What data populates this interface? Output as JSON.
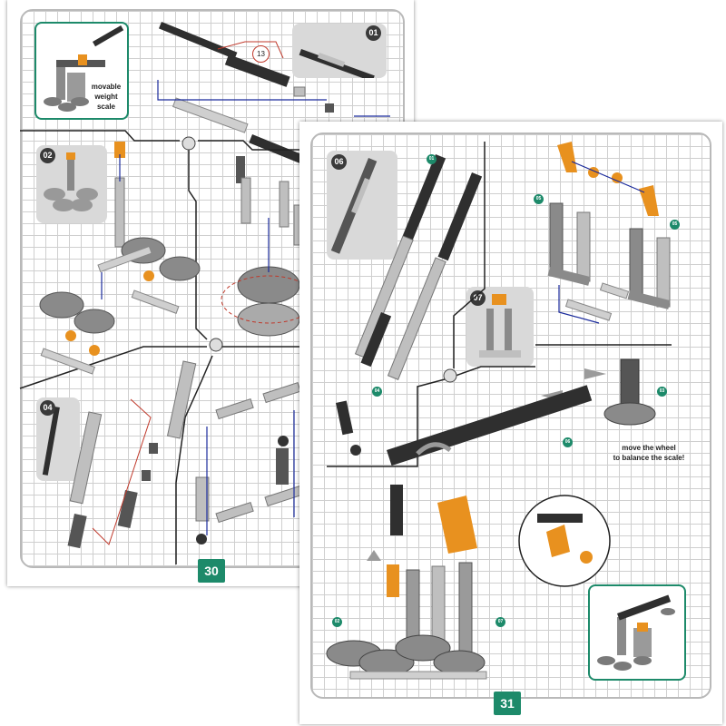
{
  "left_page": {
    "page_number": "30",
    "steps": [
      "01",
      "02",
      "04"
    ],
    "callout_count": "13",
    "intro_caption": [
      "movable",
      "weight",
      "scale"
    ]
  },
  "right_page": {
    "page_number": "31",
    "steps": [
      "06",
      "07"
    ],
    "markers": [
      "01",
      "04",
      "05",
      "05",
      "03",
      "06",
      "02",
      "07"
    ],
    "caption": [
      "move the wheel",
      "to balance the scale!"
    ]
  },
  "colors": {
    "accent_green": "#1d8a6a",
    "beam_dark": "#2f2f2f",
    "beam_light": "#bfbfbf",
    "orange_part": "#e8911f",
    "connector_blue": "#1b2b9c",
    "connector_red": "#c0392b"
  }
}
